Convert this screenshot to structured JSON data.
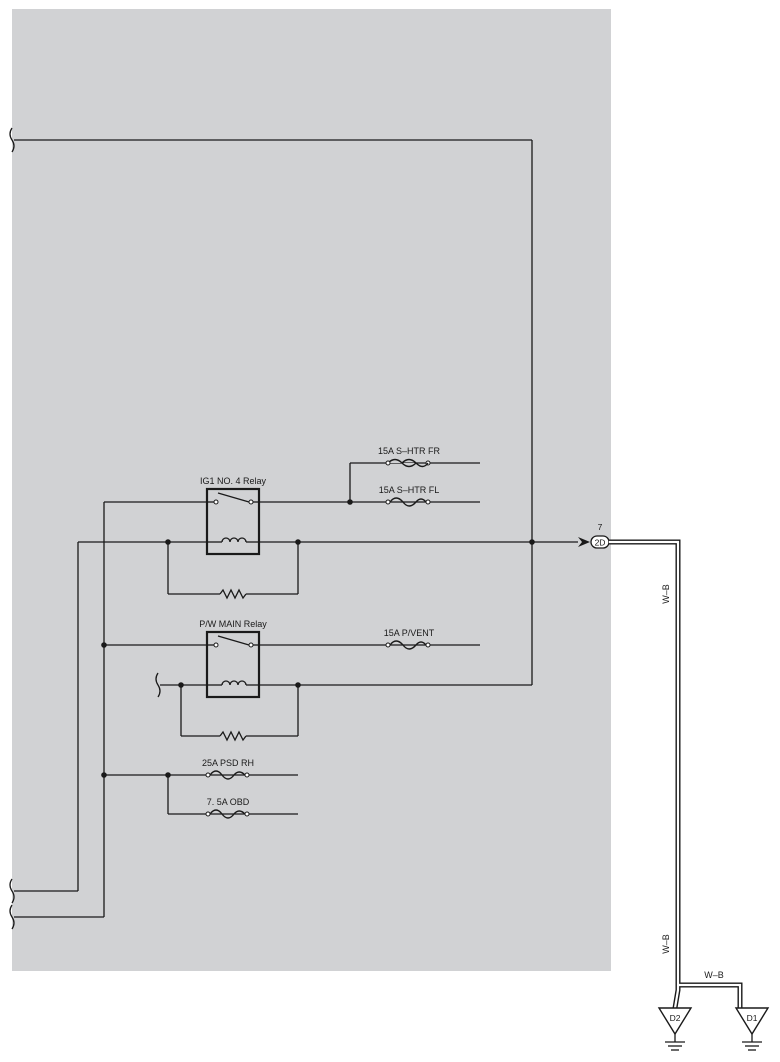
{
  "colors": {
    "panel_bg": "#d1d2d4",
    "wire": "#1a1a1a",
    "background": "#ffffff"
  },
  "relays": {
    "ig1_no4": "IG1 NO. 4 Relay",
    "pw_main": "P/W MAIN Relay"
  },
  "fuses": {
    "s_htr_fr": "15A S–HTR FR",
    "s_htr_fl": "15A S–HTR FL",
    "p_vent": "15A P/VENT",
    "psd_rh": "25A PSD RH",
    "obd": "7. 5A OBD"
  },
  "connector": {
    "pin": "7",
    "code": "2D"
  },
  "wires": {
    "wb_upper": "W–B",
    "wb_lower": "W–B",
    "wb_bridge": "W–B"
  },
  "grounds": {
    "d2": "D2",
    "d1": "D1"
  }
}
